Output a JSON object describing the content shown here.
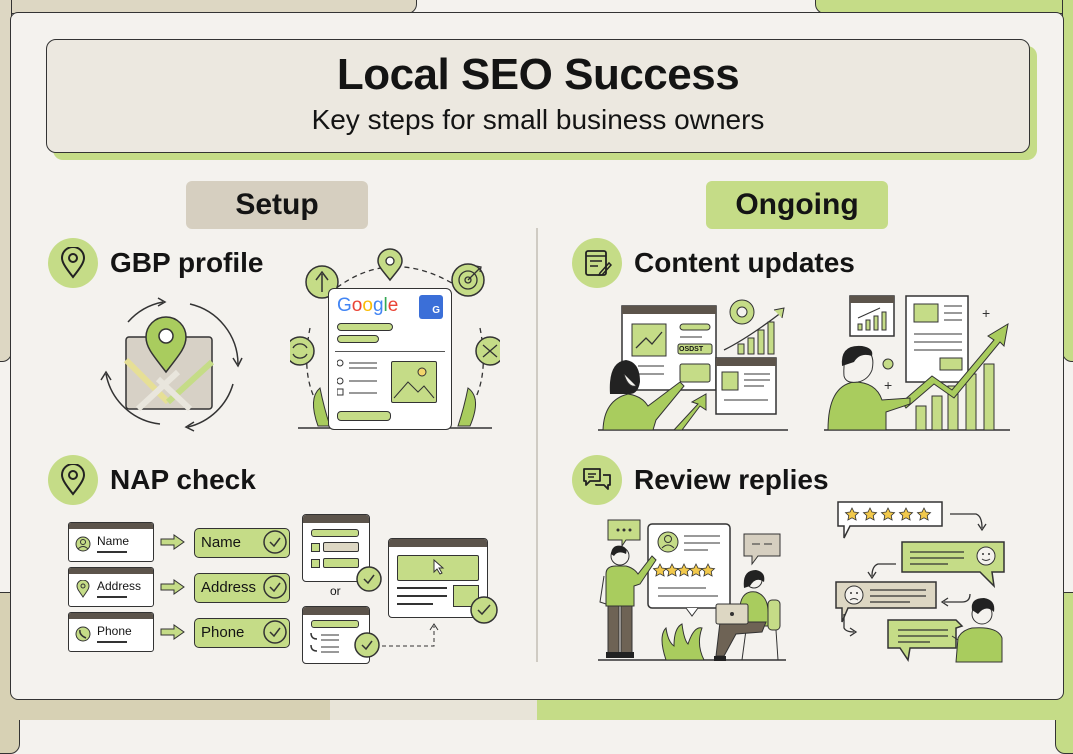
{
  "header": {
    "title": "Local SEO Success",
    "subtitle": "Key steps for small business owners"
  },
  "sections": {
    "setup": {
      "label": "Setup",
      "steps": [
        {
          "label": "GBP profile",
          "icon": "map-pin-icon",
          "illustration": {
            "google_wordmark": "Google",
            "store_badge_letter": "G"
          }
        },
        {
          "label": "NAP check",
          "icon": "map-pin-icon",
          "fields": [
            {
              "source_label": "Name",
              "verified_label": "Name",
              "icon": "user-icon"
            },
            {
              "source_label": "Address",
              "verified_label": "Address",
              "icon": "map-pin-icon"
            },
            {
              "source_label": "Phone",
              "verified_label": "Phone",
              "icon": "phone-icon"
            }
          ],
          "or_label": "or"
        }
      ]
    },
    "ongoing": {
      "label": "Ongoing",
      "steps": [
        {
          "label": "Content updates",
          "icon": "edit-document-icon",
          "illustration": {
            "button_text": "OSDST"
          }
        },
        {
          "label": "Review replies",
          "icon": "chat-bubbles-icon",
          "stars": 5
        }
      ]
    }
  },
  "colors": {
    "accent_green": "#c5dc87",
    "beige": "#ddd7c3",
    "background": "#f4f2ee",
    "outline": "#333333",
    "google_blue": "#4285f4",
    "google_red": "#ea4335",
    "google_yellow": "#fbbc05",
    "google_green": "#34a853",
    "star_yellow": "#f2c94c"
  }
}
